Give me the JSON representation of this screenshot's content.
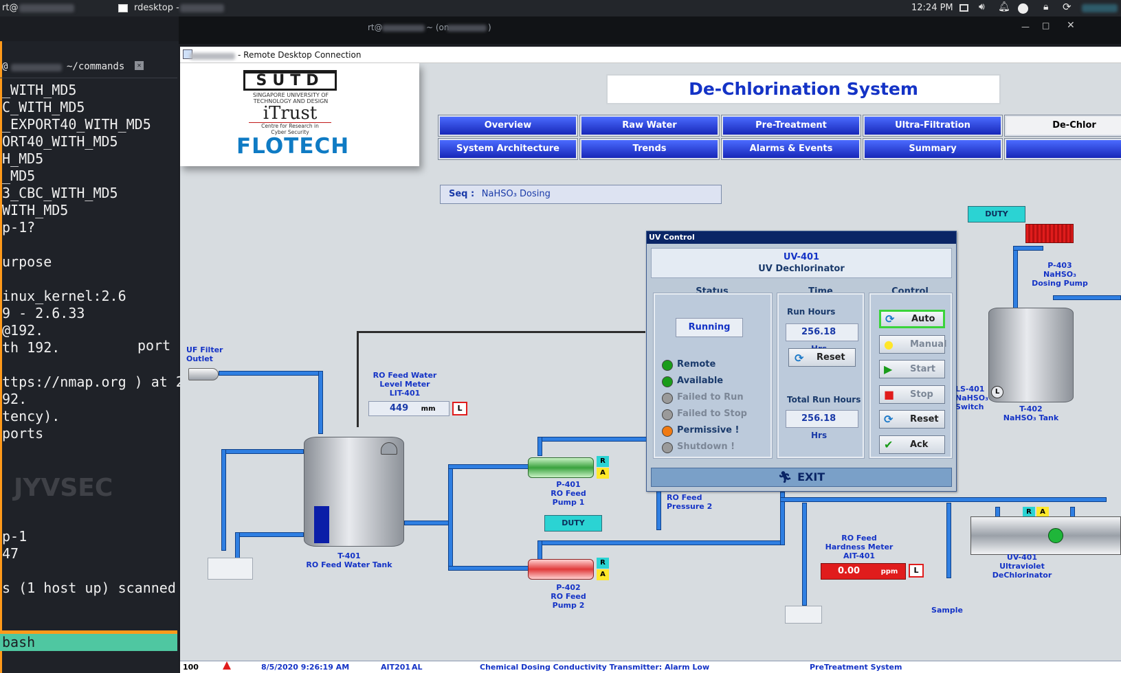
{
  "system_bar": {
    "user_prefix": "rt@",
    "window_label": "rdesktop -",
    "clock": "12:24 PM"
  },
  "terminal_window": {
    "title_prefix": "rt@",
    "title_suffix": "~ (on",
    "title_close": ")"
  },
  "terminal": {
    "tab_prefix": "@",
    "tab_label": "~/commands",
    "lines": [
      "_WITH_MD5",
      "C_WITH_MD5",
      "_EXPORT40_WITH_MD5",
      "ORT40_WITH_MD5",
      "H_MD5",
      "_MD5",
      "3_CBC_WITH_MD5",
      "WITH_MD5",
      "p-1?",
      "",
      "urpose",
      "",
      "inux_kernel:2.6",
      "9 - 2.6.33",
      "@192.",
      "th 192.",
      "",
      "ttps://nmap.org ) at 2",
      "92.",
      "tency).",
      "ports",
      "",
      "",
      "",
      "",
      "",
      "p-1",
      "47",
      "",
      "s (1 host up) scanned"
    ],
    "trailing_port": "port",
    "footer": "bash"
  },
  "rdp": {
    "title": "- Remote Desktop Connection"
  },
  "logo": {
    "org": "SUTD",
    "org_line1": "SINGAPORE UNIVERSITY OF",
    "org_line2": "TECHNOLOGY AND DESIGN",
    "itrust": "iTrust",
    "itrust_sub1": "Centre for Research in",
    "itrust_sub2": "Cyber Security",
    "flotech": "FLOTECH"
  },
  "hmi": {
    "title": "De-Chlorination System",
    "nav_row1": [
      "Overview",
      "Raw Water",
      "Pre-Treatment",
      "Ultra-Filtration",
      "De-Chlor"
    ],
    "nav_row2": [
      "System Architecture",
      "Trends",
      "Alarms & Events",
      "Summary",
      ""
    ],
    "seq_label": "Seq :",
    "seq_value": "NaHSO₃ Dosing",
    "duty": "DUTY",
    "labels": {
      "uf_outlet": "UF Filter\nOutlet",
      "lit_title": "RO Feed Water\nLevel Meter\nLIT-401",
      "t401": "T-401\nRO Feed Water Tank",
      "p401": "P-401\nRO Feed\nPump 1",
      "p402": "P-402\nRO Feed\nPump 2",
      "p403": "P-403\nNaHSO₃\nDosing Pump",
      "t402": "T-402\nNaHSO₃ Tank",
      "ls401": "LS-401\nNaHSO₃\nSwitch",
      "pressure": "RO Feed\nPressure 2",
      "ait401": "RO Feed\nHardness Meter\nAIT-401",
      "uv401": "UV-401\nUltraviolet\nDeChlorinator",
      "sample": "Sample"
    },
    "lit_value": "449",
    "lit_unit": "mm",
    "ait_value": "0.00",
    "ait_unit": "ppm",
    "l_flag": "L",
    "r_flag": "R",
    "a_flag": "A"
  },
  "uv_dialog": {
    "window_title": "UV Control",
    "device_id": "UV-401",
    "device_name": "UV Dechlorinator",
    "status_header": "Status",
    "time_header": "Time",
    "control_header": "Control",
    "running": "Running",
    "status_items": [
      {
        "label": "Remote",
        "color": "#1a9c1a",
        "active": true
      },
      {
        "label": "Available",
        "color": "#1a9c1a",
        "active": true
      },
      {
        "label": "Failed to Run",
        "color": "#9a9a9a",
        "active": false
      },
      {
        "label": "Failed to Stop",
        "color": "#9a9a9a",
        "active": false
      },
      {
        "label": "Permissive !",
        "color": "#f07a12",
        "active": true
      },
      {
        "label": "Shutdown !",
        "color": "#9a9a9a",
        "active": false
      }
    ],
    "run_hours_label": "Run Hours",
    "run_hours": "256.18",
    "hrs": "Hrs",
    "reset_label": "Reset",
    "total_run_hours_label": "Total Run Hours",
    "total_run_hours": "256.18",
    "controls": [
      "Auto",
      "Manual",
      "Start",
      "Stop",
      "Reset",
      "Ack"
    ],
    "exit": "EXIT"
  },
  "alarm": {
    "id": "100",
    "time": "8/5/2020 9:26:19 AM",
    "tag": "AIT201",
    "level": "AL",
    "message": "Chemical Dosing Conductivity Transmitter: Alarm Low",
    "system": "PreTreatment System"
  },
  "colors": {
    "accent_orange": "#ff9a1a",
    "hmi_blue": "#1433c6",
    "pipe": "#2f7fe2"
  }
}
